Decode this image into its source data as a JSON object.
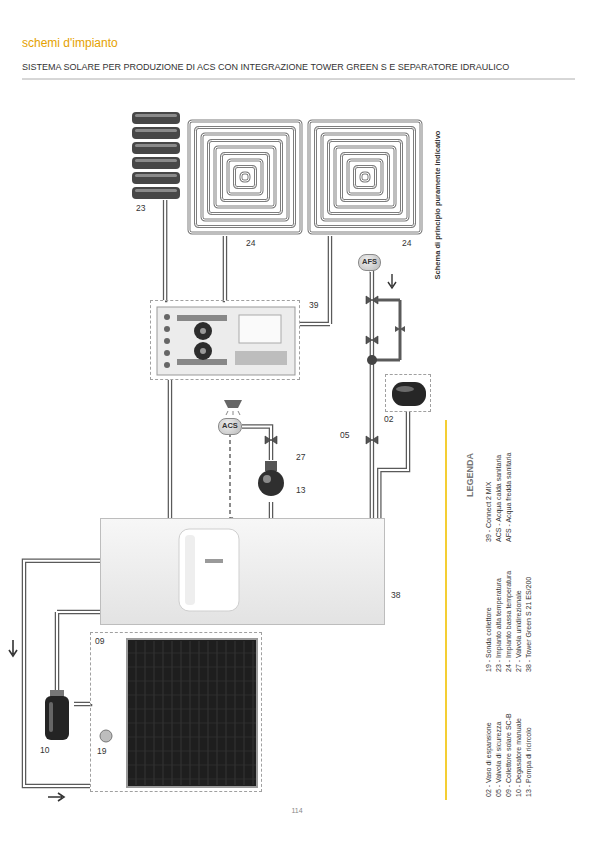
{
  "diagram": {
    "title": "SISTEMA SOLARE PER PRODUZIONE DI ACS CON INTEGRAZIONE TOWER GREEN S E SEPARATORE IDRAULICO",
    "nodes": [
      {
        "text": [
          "23"
        ]
      },
      {
        "text": [
          "24"
        ]
      },
      {
        "text": [
          "24"
        ]
      },
      {
        "text": [
          "39"
        ]
      },
      {
        "text": [
          "AFS"
        ]
      },
      {
        "text": [
          "ACS"
        ]
      },
      {
        "text": [
          "02"
        ]
      },
      {
        "text": [
          "13"
        ]
      },
      {
        "text": [
          "38"
        ]
      },
      {
        "text": [
          "09"
        ]
      },
      {
        "text": [
          "19"
        ],
        "in": 9
      },
      {
        "text": [
          "10"
        ]
      }
    ],
    "edges": [
      {
        "from": 3,
        "to": 0,
        "arrow": "none"
      },
      {
        "from": 3,
        "to": 1,
        "arrow": "none"
      },
      {
        "from": 3,
        "to": 2,
        "arrow": "none"
      },
      {
        "from": 8,
        "to": 3,
        "arrow": "none"
      },
      {
        "from": 4,
        "to": 8,
        "arrow": "none"
      },
      {
        "from": 6,
        "to": 8,
        "arrow": "none"
      },
      {
        "from": 8,
        "to": 5,
        "arrow": "none"
      },
      {
        "from": 7,
        "to": 8,
        "arrow": "none"
      },
      {
        "from": 7,
        "to": 5,
        "arrow": "none"
      },
      {
        "from": 8,
        "to": 9,
        "arrow": "none"
      },
      {
        "from": 9,
        "to": 11,
        "arrow": "none"
      },
      {
        "from": 11,
        "to": 8,
        "arrow": "none"
      }
    ],
    "labels": [
      "schemi d'impianto",
      "Schema di principio puramente indicativo",
      "LEGENDA",
      "05",
      "27",
      "114"
    ],
    "legend": [
      {
        "text": "02 - Vaso di espansione"
      },
      {
        "text": "05 - Valvola di sicurezza"
      },
      {
        "text": "09 - Collettore solare SC-B"
      },
      {
        "text": "10 - Degasatore manuale"
      },
      {
        "text": "13 - Pompa di ricircolo"
      },
      {
        "text": "19 - Sonda collettore"
      },
      {
        "text": "23 - Impianto alta temperatura"
      },
      {
        "text": "24 - Impianto bassa temperatura"
      },
      {
        "text": "27 - Valvola unidirezionale"
      },
      {
        "text": "38 - Tower Green S 21 ES/200"
      },
      {
        "text": "39 - Connect 2 MIX"
      },
      {
        "text": "ACS - Acqua calda sanitaria"
      },
      {
        "text": "AFS - Acqua fredda sanitaria"
      }
    ]
  }
}
